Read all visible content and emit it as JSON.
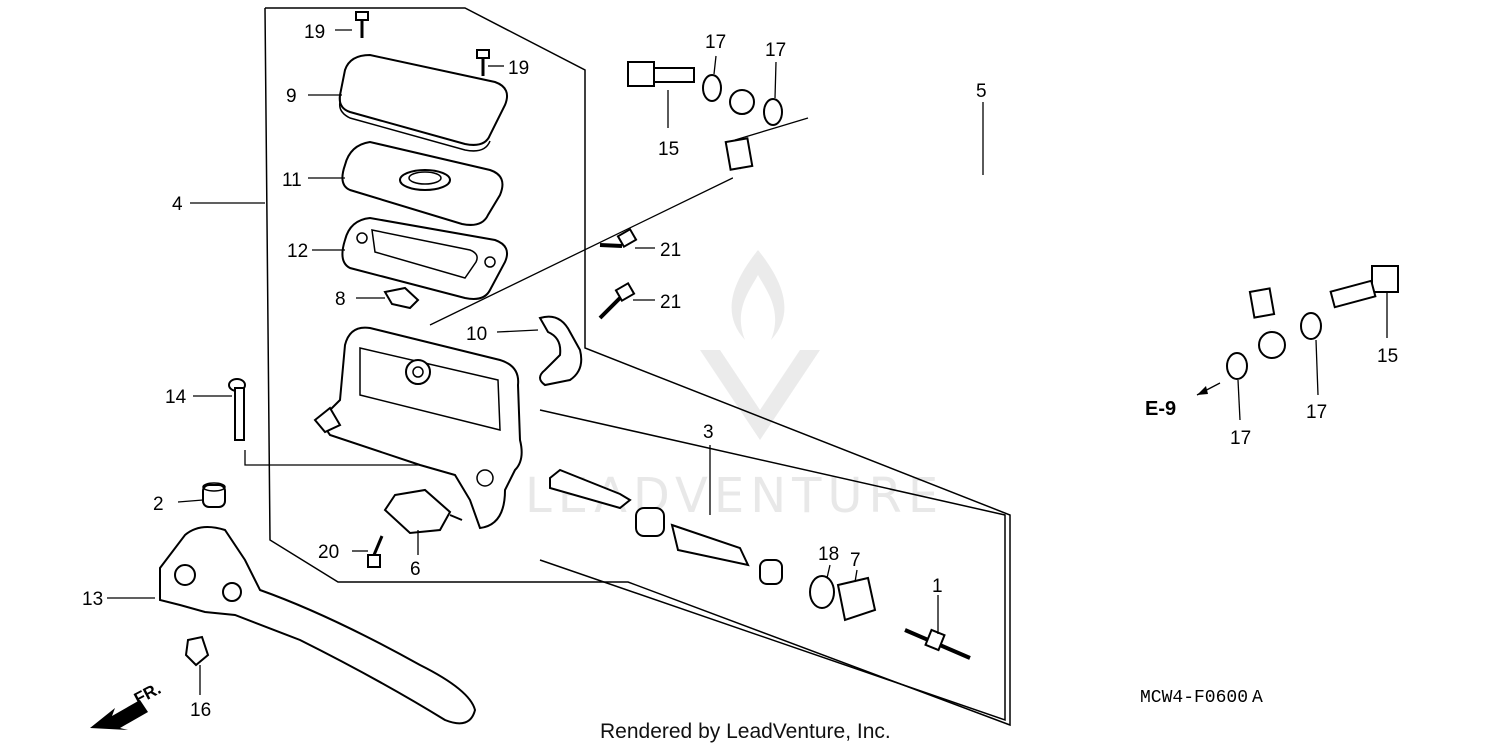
{
  "callouts": {
    "p1": "1",
    "p2": "2",
    "p3": "3",
    "p4": "4",
    "p5": "5",
    "p6": "6",
    "p7": "7",
    "p8": "8",
    "p9": "9",
    "p10": "10",
    "p11": "11",
    "p12": "12",
    "p13": "13",
    "p14": "14",
    "p15a": "15",
    "p15b": "15",
    "p16": "16",
    "p17a": "17",
    "p17b": "17",
    "p17c": "17",
    "p17d": "17",
    "p18": "18",
    "p19a": "19",
    "p19b": "19",
    "p20": "20",
    "p21a": "21",
    "p21b": "21"
  },
  "reference": "E-9",
  "direction": "FR.",
  "diagram_code": "MCW4-F0600",
  "diagram_code_suffix": "A",
  "credit": "Rendered by LeadVenture, Inc.",
  "watermark": "LEADVENTURE"
}
